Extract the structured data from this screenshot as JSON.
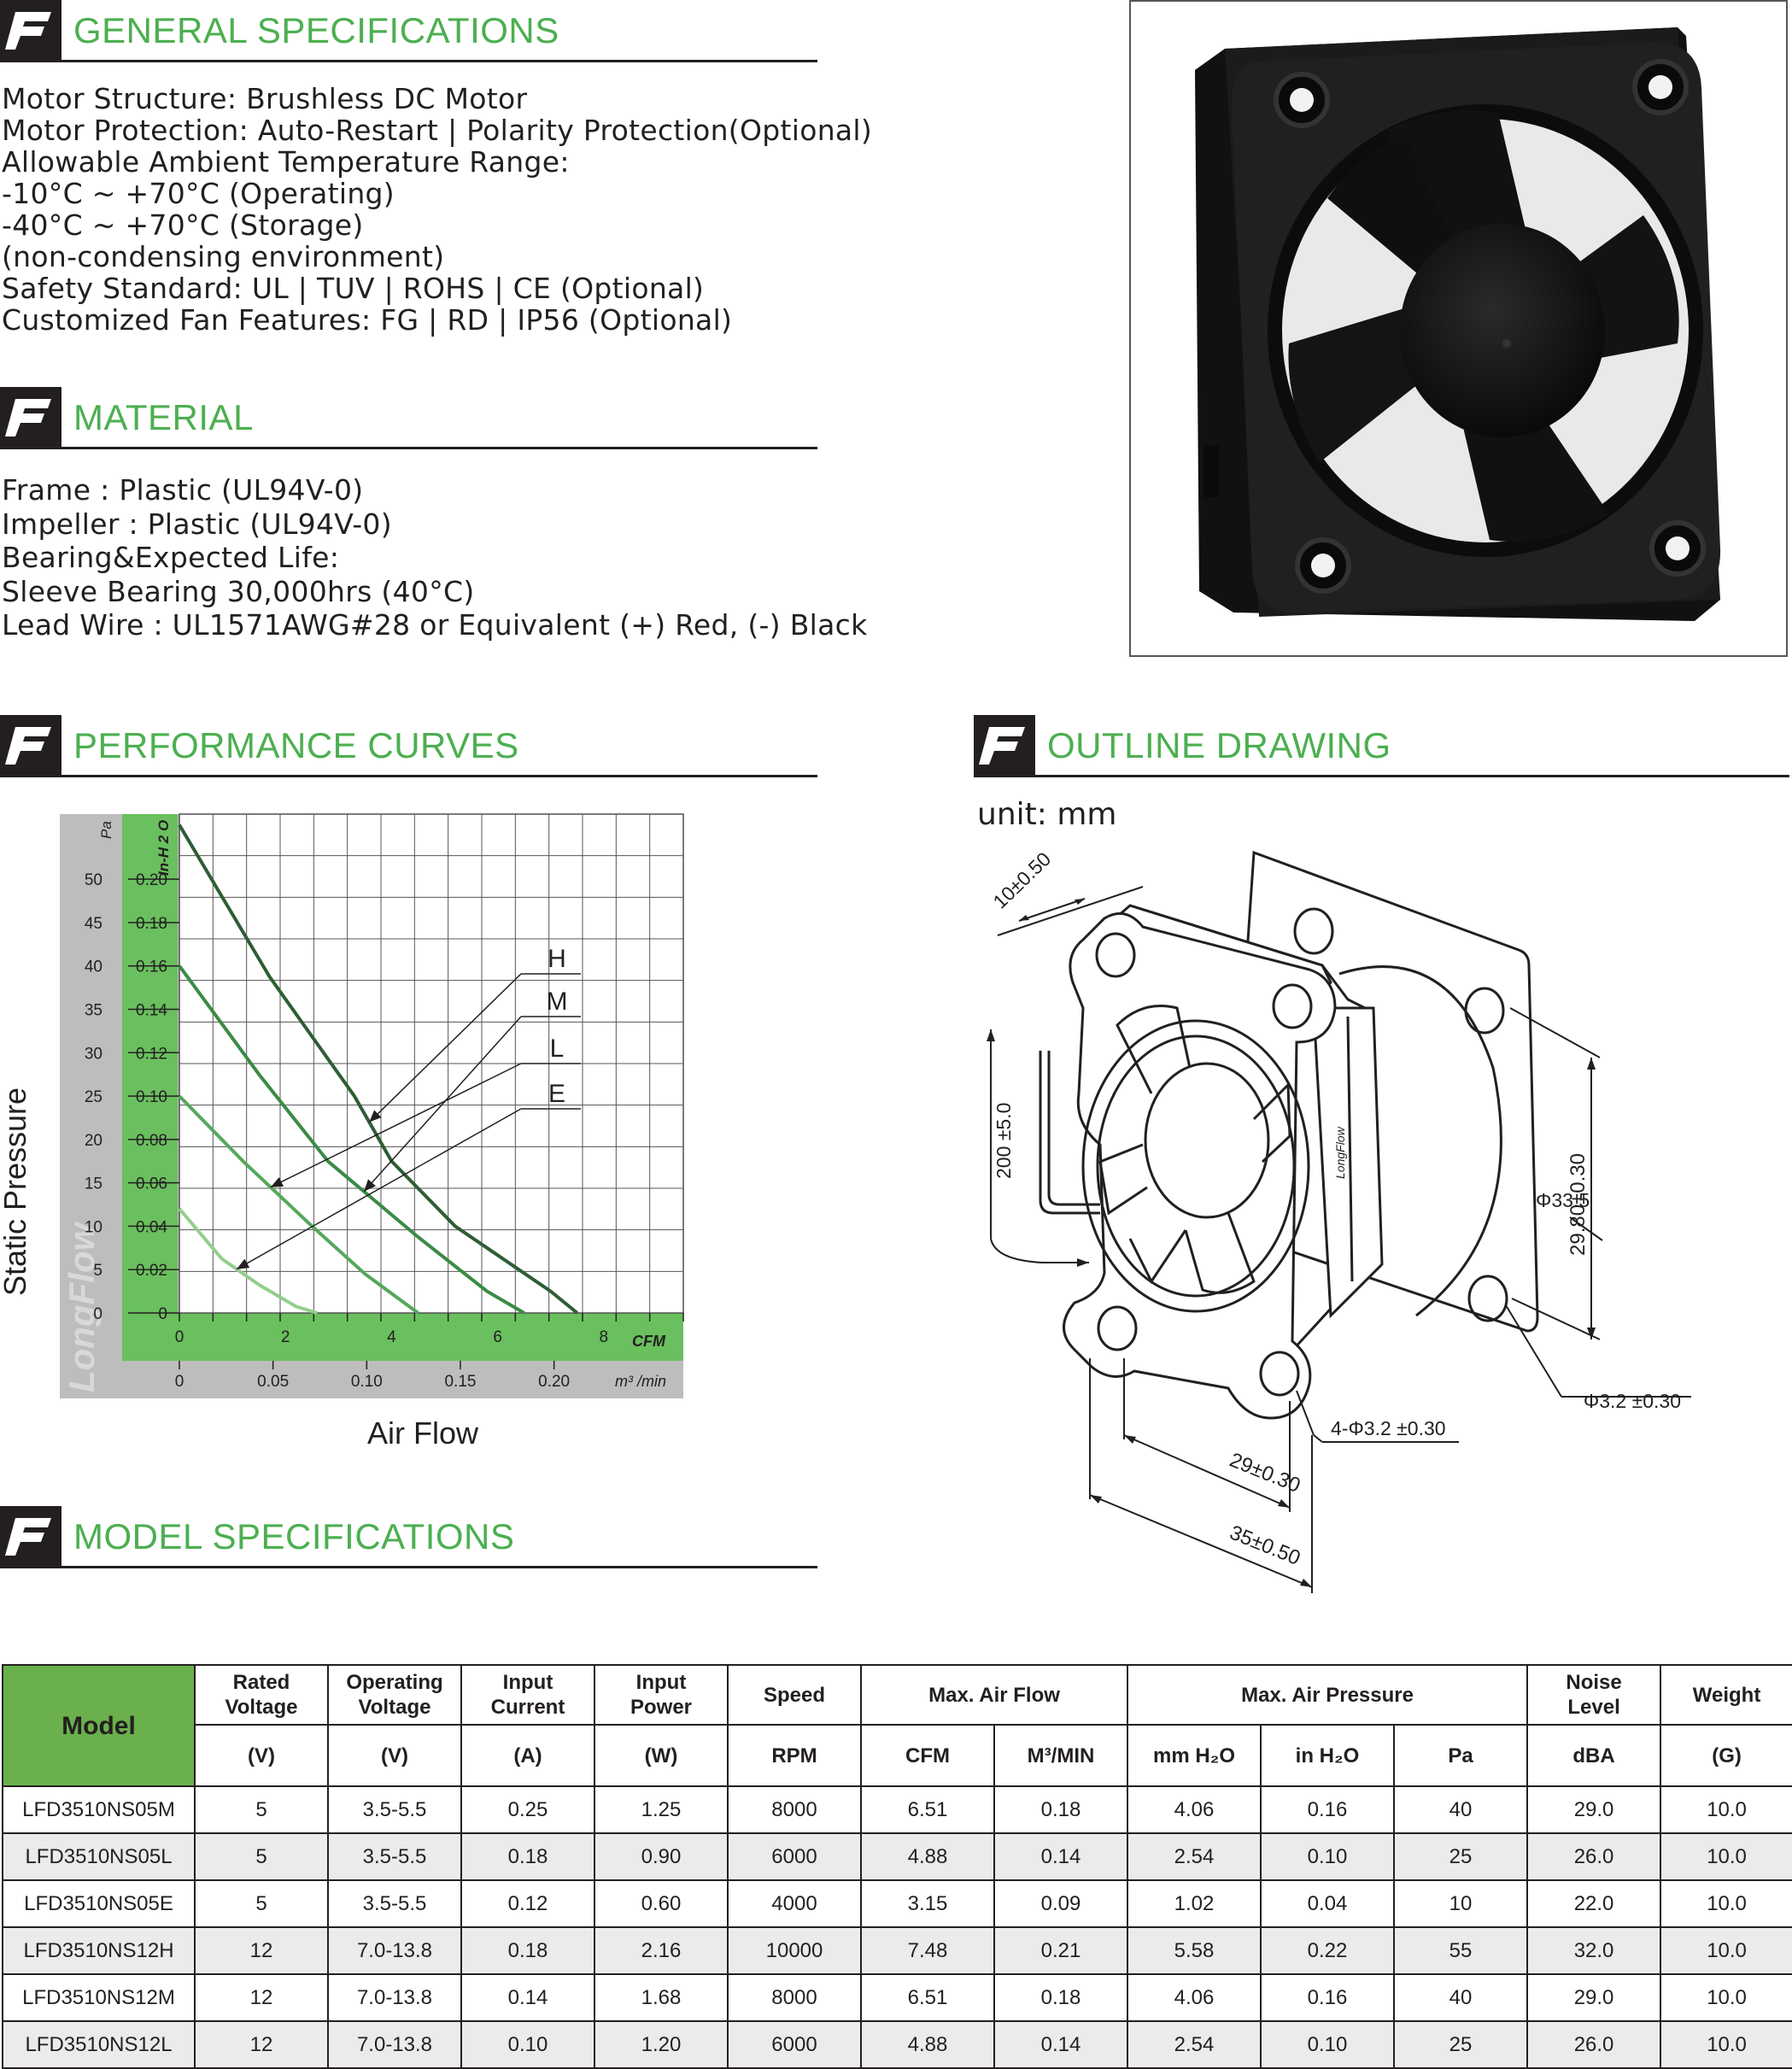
{
  "sections": {
    "general": "GENERAL SPECIFICATIONS",
    "material": "MATERIAL",
    "performance": "PERFORMANCE CURVES",
    "outline": "OUTLINE DRAWING",
    "model": "MODEL SPECIFICATIONS"
  },
  "general_lines": [
    "Motor Structure: Brushless DC Motor",
    "Motor Protection: Auto-Restart | Polarity Protection(Optional)",
    "Allowable Ambient Temperature Range:",
    "-10°C ~ +70°C (Operating)",
    "-40°C ~ +70°C (Storage)",
    "(non-condensing environment)",
    "Safety Standard: UL | TUV | ROHS | CE (Optional)",
    "Customized Fan Features: FG | RD | IP56 (Optional)"
  ],
  "material_lines": [
    "Frame : Plastic (UL94V-0)",
    "Impeller : Plastic (UL94V-0)",
    "Bearing&Expected Life:",
    "Sleeve Bearing  30,000hrs (40°C)",
    "Lead Wire : UL1571AWG#28 or Equivalent (+) Red, (-) Black"
  ],
  "chart_data": {
    "type": "line",
    "xlabel": "Air Flow",
    "ylabel": "Static Pressure",
    "x_unit_primary": "CFM",
    "x_unit_secondary": "m³ /min",
    "y_unit_primary": "In-H 2 O",
    "y_unit_secondary": "Pa",
    "xlim": [
      0,
      9.5
    ],
    "ylim": [
      0,
      0.23
    ],
    "x_ticks_cfm": [
      "0",
      "2",
      "4",
      "6",
      "8"
    ],
    "x_ticks_m3": [
      "0",
      "0.05",
      "0.10",
      "0.15",
      "0.20"
    ],
    "y_ticks_inh2o": [
      "0",
      "0.02",
      "0.04",
      "0.06",
      "0.08",
      "0.10",
      "0.12",
      "0.14",
      "0.16",
      "0.18",
      "0.20"
    ],
    "y_ticks_pa": [
      "0",
      "5",
      "10",
      "15",
      "20",
      "25",
      "30",
      "35",
      "40",
      "45",
      "50"
    ],
    "watermark": "LongFlow",
    "series": [
      {
        "name": "H",
        "color": "#2e5e34",
        "x": [
          0,
          1.7,
          3.3,
          4.0,
          5.2,
          7.0,
          7.5
        ],
        "y": [
          0.225,
          0.155,
          0.1,
          0.07,
          0.04,
          0.01,
          0
        ]
      },
      {
        "name": "M",
        "color": "#3a8b44",
        "x": [
          0,
          1.5,
          2.8,
          4.5,
          5.8,
          6.5
        ],
        "y": [
          0.16,
          0.11,
          0.07,
          0.035,
          0.01,
          0
        ]
      },
      {
        "name": "L",
        "color": "#55a85c",
        "x": [
          0,
          1.2,
          2.5,
          3.5,
          4.5
        ],
        "y": [
          0.1,
          0.07,
          0.04,
          0.018,
          0
        ]
      },
      {
        "name": "E",
        "color": "#93cf8c",
        "x": [
          0,
          0.8,
          1.5,
          2.2,
          2.6
        ],
        "y": [
          0.048,
          0.025,
          0.013,
          0.003,
          0
        ]
      }
    ]
  },
  "outline": {
    "unit": "unit: mm",
    "dims": {
      "depth": "10±0.50",
      "wire": "200 ±5.0",
      "hole_pitch_v": "29.80±0.30",
      "diameter": "Φ33.5",
      "hole_dia": "Φ3.2 ±0.30",
      "hole_pitch_h": "29±0.30",
      "holes4": "4-Φ3.2 ±0.30",
      "size": "35±0.50"
    }
  },
  "table": {
    "model_label": "Model",
    "head1": [
      "Rated\nVoltage",
      "Operating\nVoltage",
      "Input\nCurrent",
      "Input\nPower",
      "Speed",
      "Max. Air Flow",
      "Max. Air Pressure",
      "Noise\nLevel",
      "Weight"
    ],
    "head2": [
      "(V)",
      "(V)",
      "(A)",
      "(W)",
      "RPM",
      "CFM",
      "M³/MIN",
      "mm H₂O",
      "in H₂O",
      "Pa",
      "dBA",
      "(G)"
    ],
    "rows": [
      [
        "LFD3510NS05M",
        "5",
        "3.5-5.5",
        "0.25",
        "1.25",
        "8000",
        "6.51",
        "0.18",
        "4.06",
        "0.16",
        "40",
        "29.0",
        "10.0"
      ],
      [
        "LFD3510NS05L",
        "5",
        "3.5-5.5",
        "0.18",
        "0.90",
        "6000",
        "4.88",
        "0.14",
        "2.54",
        "0.10",
        "25",
        "26.0",
        "10.0"
      ],
      [
        "LFD3510NS05E",
        "5",
        "3.5-5.5",
        "0.12",
        "0.60",
        "4000",
        "3.15",
        "0.09",
        "1.02",
        "0.04",
        "10",
        "22.0",
        "10.0"
      ],
      [
        "LFD3510NS12H",
        "12",
        "7.0-13.8",
        "0.18",
        "2.16",
        "10000",
        "7.48",
        "0.21",
        "5.58",
        "0.22",
        "55",
        "32.0",
        "10.0"
      ],
      [
        "LFD3510NS12M",
        "12",
        "7.0-13.8",
        "0.14",
        "1.68",
        "8000",
        "6.51",
        "0.18",
        "4.06",
        "0.16",
        "40",
        "29.0",
        "10.0"
      ],
      [
        "LFD3510NS12L",
        "12",
        "7.0-13.8",
        "0.10",
        "1.20",
        "6000",
        "4.88",
        "0.14",
        "2.54",
        "0.10",
        "25",
        "26.0",
        "10.0"
      ]
    ]
  }
}
